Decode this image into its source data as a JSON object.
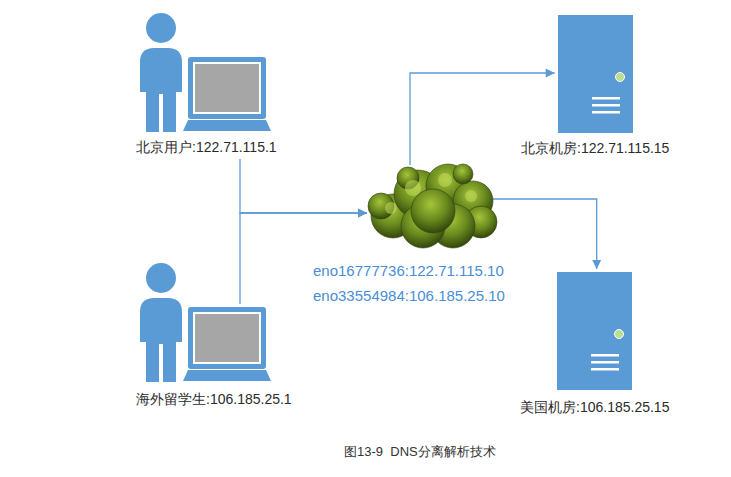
{
  "diagram": {
    "caption": "图13-9  DNS分离解析技术",
    "nodes": [
      {
        "text": [
          "北京用户:122.71.115.1"
        ]
      },
      {
        "text": [
          "北京机房:122.71.115.15"
        ]
      },
      {
        "text": [
          "eno16777736:122.71.115.10",
          "eno33554984:106.185.25.10"
        ]
      },
      {
        "text": [
          "海外留学生:106.185.25.1"
        ]
      },
      {
        "text": [
          "美国机房:106.185.25.15"
        ]
      }
    ],
    "edges": [
      {
        "from": 0,
        "to": 2,
        "arrow": "to"
      },
      {
        "from": 3,
        "to": 2,
        "arrow": "to"
      },
      {
        "from": 2,
        "to": 1,
        "arrow": "to"
      },
      {
        "from": 2,
        "to": 4,
        "arrow": "to"
      }
    ]
  }
}
